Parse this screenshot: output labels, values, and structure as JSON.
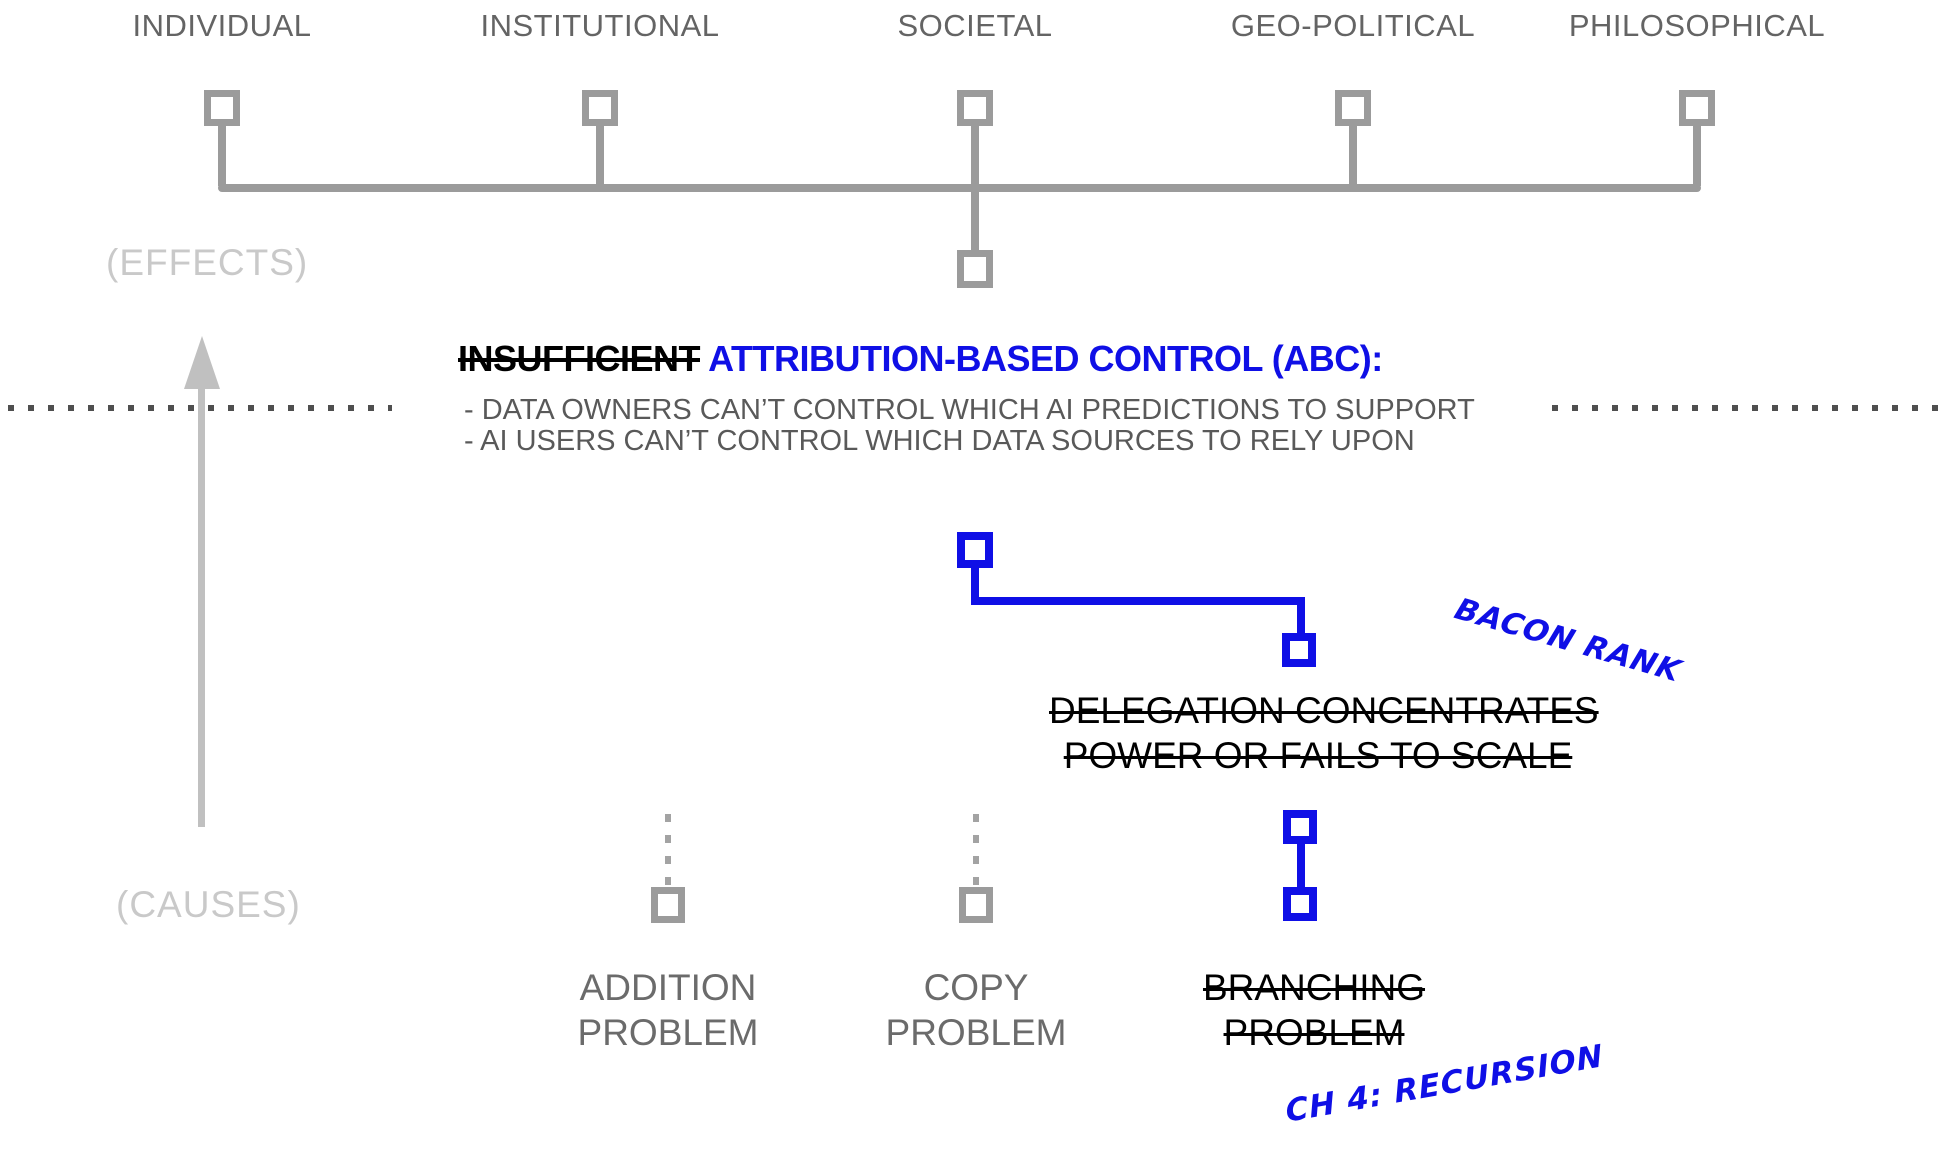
{
  "axis": {
    "effects_label": "(EFFECTS)",
    "causes_label": "(CAUSES)"
  },
  "effect_scopes": [
    "INDIVIDUAL",
    "INSTITUTIONAL",
    "SOCIETAL",
    "GEO-POLITICAL",
    "PHILOSOPHICAL"
  ],
  "abc": {
    "struck_prefix": "INSUFFICIENT",
    "title": " ATTRIBUTION-BASED CONTROL (ABC):",
    "bullets": [
      "- DATA OWNERS CAN’T CONTROL WHICH AI PREDICTIONS TO SUPPORT",
      "- AI USERS CAN’T CONTROL WHICH DATA SOURCES TO RELY UPON"
    ]
  },
  "delegation_note": {
    "line1": "DELEGATION CONCENTRATES",
    "line2": "POWER OR FAILS TO SCALE",
    "struck": true
  },
  "annotations": {
    "bacon_rank": "BACON RANK",
    "ch4": "CH 4: RECURSION"
  },
  "problems": [
    {
      "name": "addition",
      "line1": "ADDITION",
      "line2": "PROBLEM",
      "struck": false
    },
    {
      "name": "copy",
      "line1": "COPY",
      "line2": "PROBLEM",
      "struck": false
    },
    {
      "name": "branching",
      "line1": "BRANCHING",
      "line2": "PROBLEM",
      "struck": true
    }
  ],
  "colors": {
    "blue": "#0f0fe6",
    "shape_gray": "#9b9b9b",
    "label_gray": "#646464",
    "faint_gray": "#c9c9c9",
    "bullet_gray": "#595959",
    "dot_gray": "#4f4f4f",
    "black": "#000000"
  }
}
